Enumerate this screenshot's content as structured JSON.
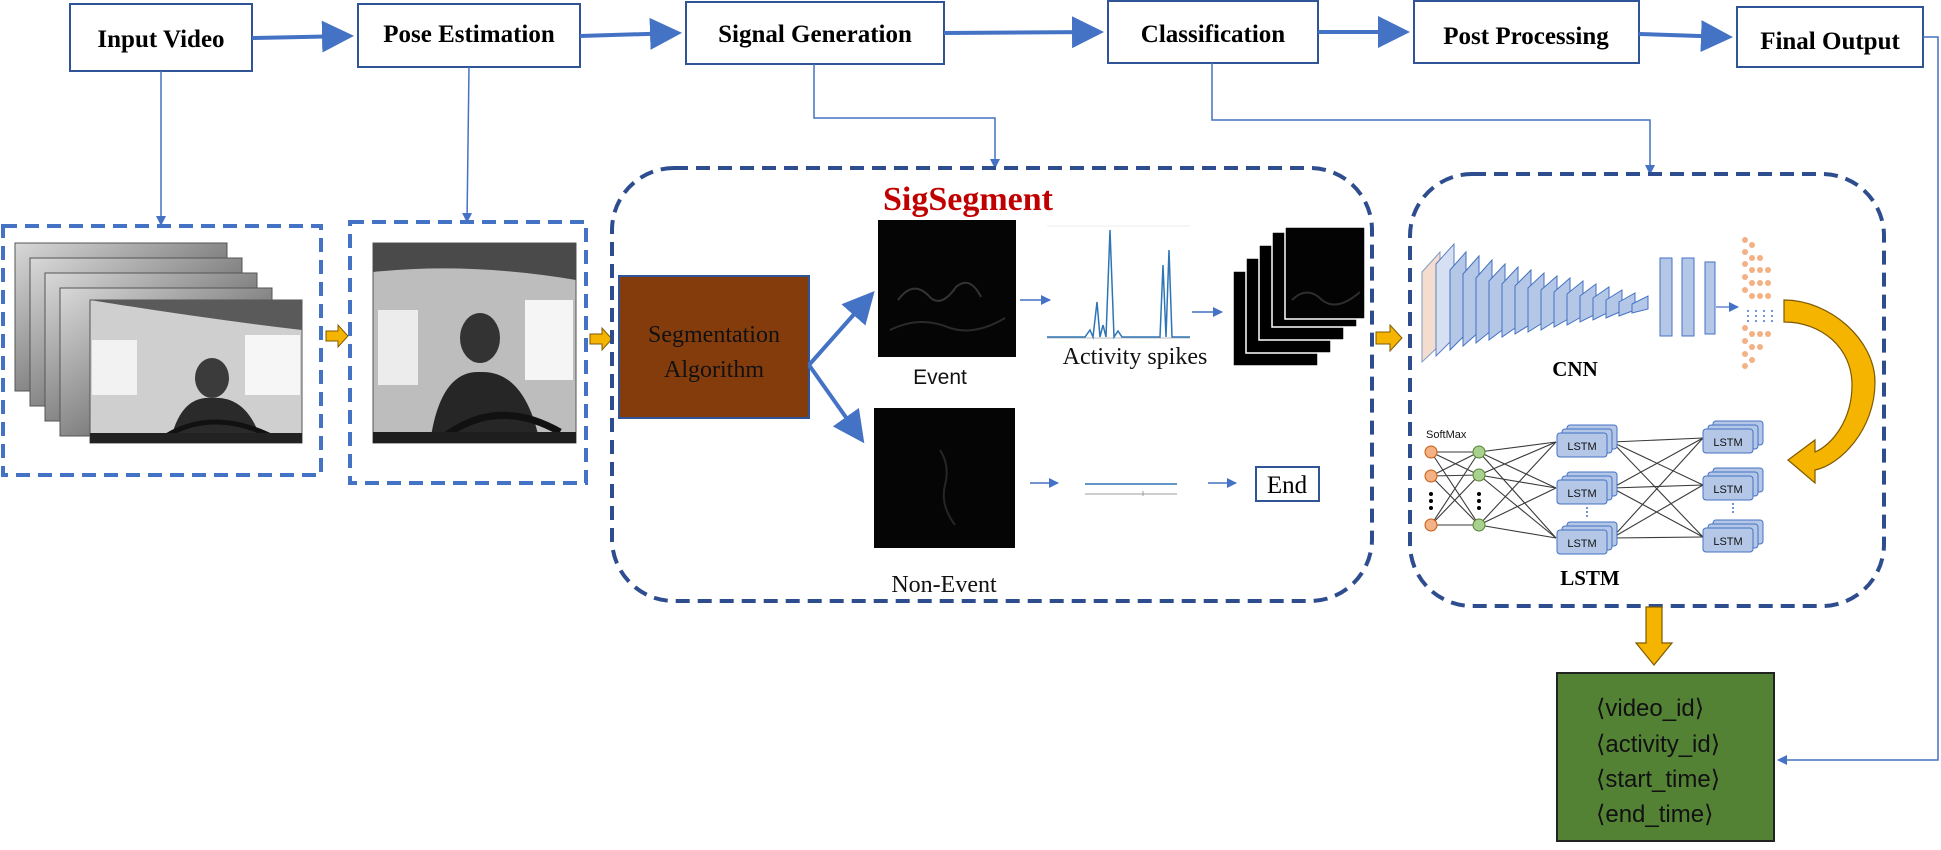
{
  "pipeline": {
    "stages": [
      {
        "id": "input",
        "label": "Input Video"
      },
      {
        "id": "pose",
        "label": "Pose Estimation"
      },
      {
        "id": "signal",
        "label": "Signal Generation"
      },
      {
        "id": "classification",
        "label": "Classification"
      },
      {
        "id": "post",
        "label": "Post Processing"
      },
      {
        "id": "final",
        "label": "Final Output"
      }
    ]
  },
  "sigsegment": {
    "title": "SigSegment",
    "algorithm_line1": "Segmentation",
    "algorithm_line2": "Algorithm",
    "event_label": "Event",
    "spikes_label": "Activity spikes",
    "nonevent_label": "Non-Event",
    "end_label": "End"
  },
  "classifier": {
    "cnn_label": "CNN",
    "lstm_label": "LSTM",
    "softmax_label": "SoftMax",
    "lstm_cell": "LSTM"
  },
  "output": {
    "fields": [
      "⟨video_id⟩",
      "⟨activity_id⟩",
      "⟨start_time⟩",
      "⟨end_time⟩"
    ]
  },
  "colors": {
    "accent_blue": "#4472c4",
    "box_border": "#2f5597",
    "dashed_border": "#2e4d8f",
    "arrow_orange": "#f5b400",
    "algorithm_fill": "#843c0c",
    "output_fill": "#548235",
    "title_red": "#c00000"
  }
}
